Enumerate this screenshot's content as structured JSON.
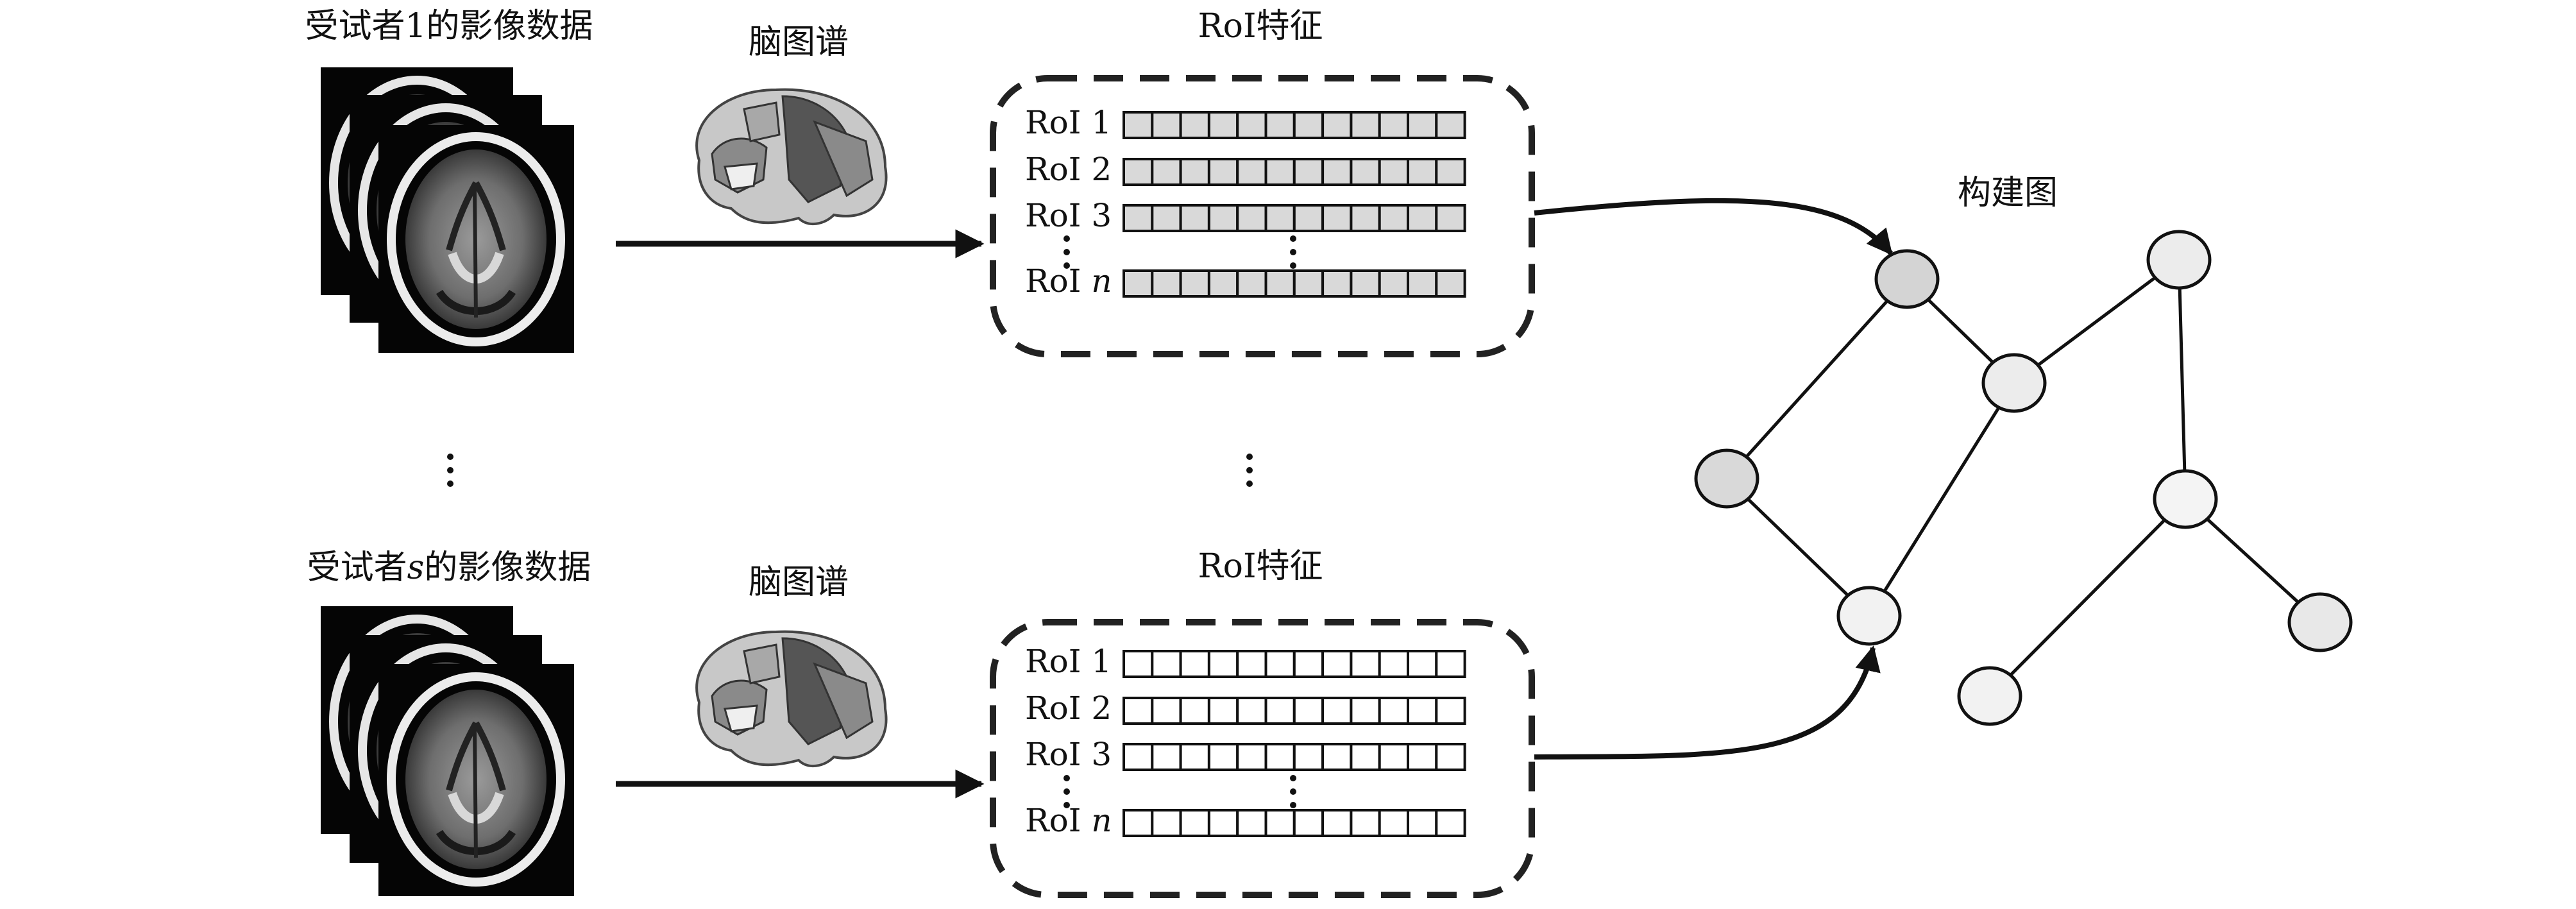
{
  "subjects": [
    {
      "title": "受试者1的影像数据",
      "atlas_label": "脑图谱",
      "features_title": "RoI特征",
      "cell_fill": "#d9d9d9"
    },
    {
      "title_prefix": "受试者",
      "title_var": "s",
      "title_suffix": "的影像数据",
      "atlas_label": "脑图谱",
      "features_title": "RoI特征",
      "cell_fill": "#ffffff"
    }
  ],
  "roi_rows": [
    {
      "prefix": "RoI ",
      "index": "1"
    },
    {
      "prefix": "RoI ",
      "index": "2"
    },
    {
      "prefix": "RoI ",
      "index": "3"
    },
    {
      "prefix": "RoI ",
      "index": "n"
    }
  ],
  "graph": {
    "title": "构建图",
    "nodes": [
      {
        "id": "a",
        "fill": "#d4d4d4"
      },
      {
        "id": "b",
        "fill": "#ececec"
      },
      {
        "id": "c",
        "fill": "#ececec"
      },
      {
        "id": "d",
        "fill": "#d9d9d9"
      },
      {
        "id": "e",
        "fill": "#f2f2f2"
      },
      {
        "id": "f",
        "fill": "#f4f4f4"
      },
      {
        "id": "g",
        "fill": "#e8e8e8"
      },
      {
        "id": "h",
        "fill": "#f2f2f2"
      }
    ],
    "edges": [
      [
        "a",
        "c"
      ],
      [
        "a",
        "d"
      ],
      [
        "c",
        "b"
      ],
      [
        "c",
        "e"
      ],
      [
        "d",
        "e"
      ],
      [
        "b",
        "f"
      ],
      [
        "f",
        "g"
      ],
      [
        "f",
        "h"
      ]
    ]
  },
  "colors": {
    "stroke": "#111111",
    "brain_dark": "#555555",
    "brain_mid": "#8a8a8a",
    "brain_light": "#c8c8c8"
  }
}
